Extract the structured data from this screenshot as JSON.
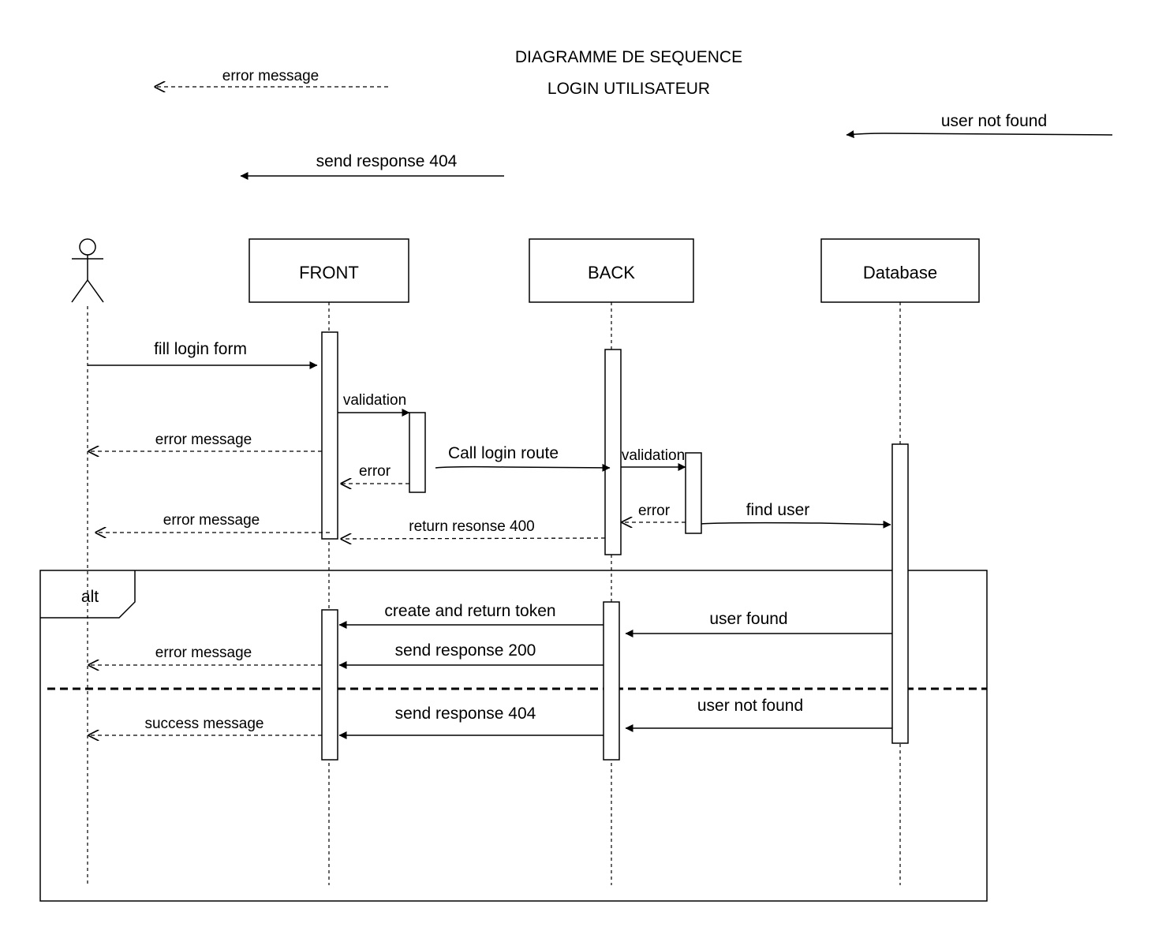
{
  "title": {
    "line1": "DIAGRAMME DE SEQUENCE",
    "line2": "LOGIN UTILISATEUR"
  },
  "participants": {
    "actor": "",
    "front": "FRONT",
    "back": "BACK",
    "database": "Database"
  },
  "loose_messages": {
    "error_message": "error message",
    "send_response_404": "send response 404",
    "user_not_found": "user not found"
  },
  "messages": {
    "fill_login_form": "fill login form",
    "front_validation": "validation",
    "error_message_1": "error message",
    "front_error": "error",
    "call_login_route": "Call login route",
    "back_validation": "validation",
    "back_error": "error",
    "find_user": "find user",
    "error_message_2": "error message",
    "return_response_400": "return resonse 400"
  },
  "alt_fragment": {
    "label": "alt",
    "create_and_return_token": "create and return token",
    "user_found": "user found",
    "send_response_200": "send response 200",
    "error_message": "error message",
    "user_not_found": "user not found",
    "send_response_404": "send response 404",
    "success_message": "success message"
  }
}
